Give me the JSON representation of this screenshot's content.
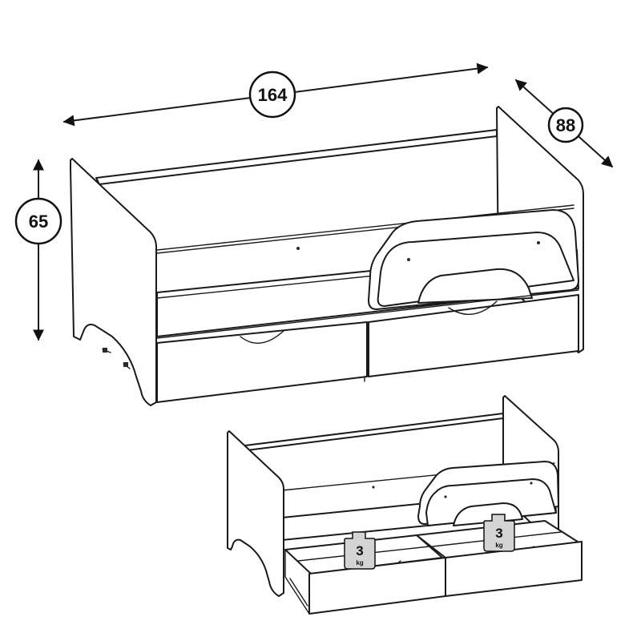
{
  "dimensions": {
    "length": "164",
    "depth": "88",
    "height": "65"
  },
  "weight_limits": {
    "left_drawer": {
      "value": "3",
      "unit": "kg"
    },
    "right_drawer": {
      "value": "3",
      "unit": "kg"
    }
  },
  "colors": {
    "line": "#1a1a1a",
    "weight_badge_fill": "#d4d4d4",
    "background": "#ffffff"
  }
}
